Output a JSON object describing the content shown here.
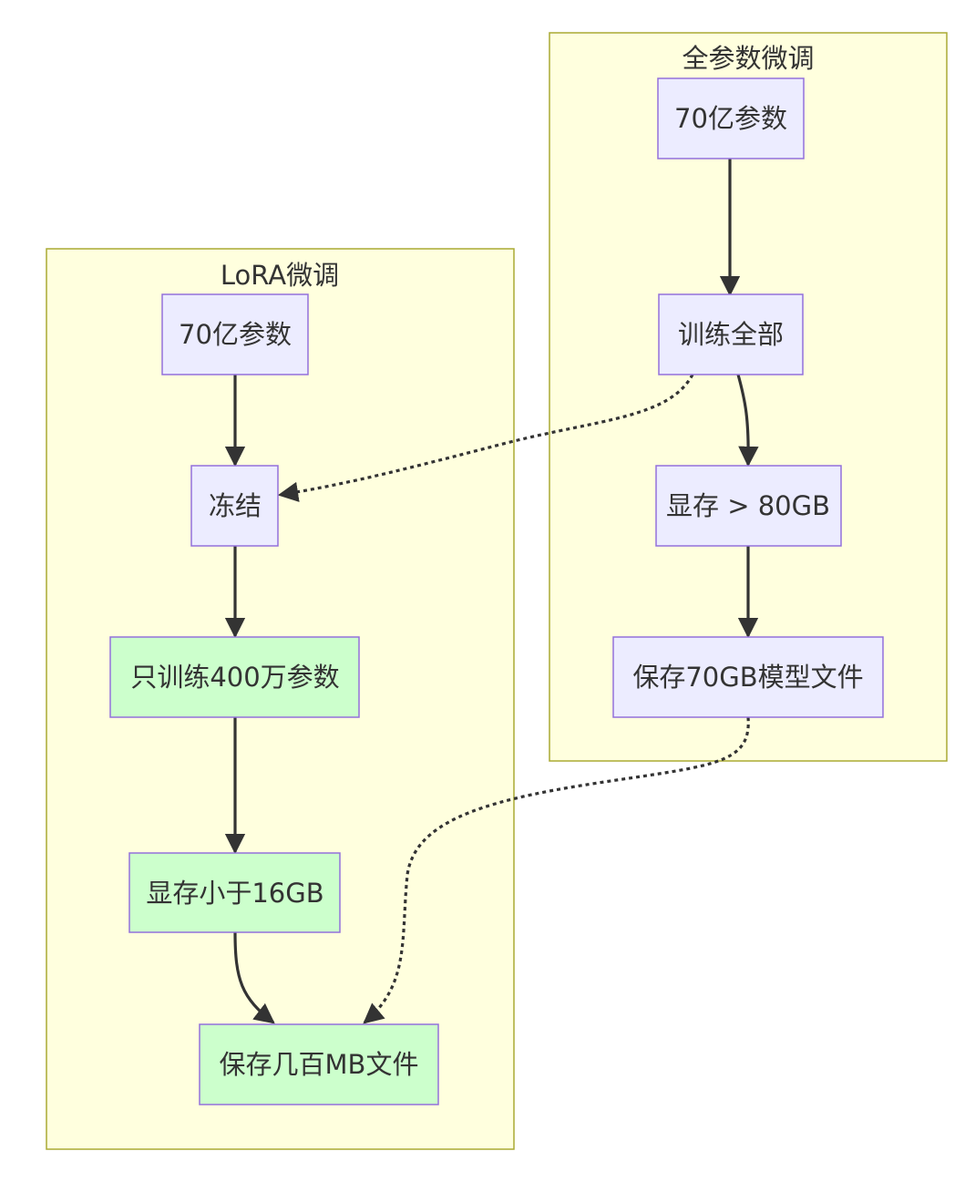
{
  "colors": {
    "cluster_fill": "#ffffde",
    "cluster_stroke": "#aaaa33",
    "node_fill": "#ececff",
    "node_fill_highlight": "#ccffcc",
    "node_stroke": "#9370db",
    "edge": "#333333",
    "text": "#333333"
  },
  "clusters": {
    "lora": {
      "title": "LoRA微调"
    },
    "full": {
      "title": "全参数微调"
    }
  },
  "nodes": {
    "lora_params": "70亿参数",
    "lora_freeze": "冻结",
    "lora_train": "只训练400万参数",
    "lora_vram": "显存小于16GB",
    "lora_save": "保存几百MB文件",
    "full_params": "70亿参数",
    "full_train": "训练全部",
    "full_vram": "显存 > 80GB",
    "full_save": "保存70GB模型文件"
  },
  "edges": [
    {
      "from": "lora_params",
      "to": "lora_freeze",
      "style": "solid"
    },
    {
      "from": "lora_freeze",
      "to": "lora_train",
      "style": "solid"
    },
    {
      "from": "lora_train",
      "to": "lora_vram",
      "style": "solid"
    },
    {
      "from": "lora_vram",
      "to": "lora_save",
      "style": "solid"
    },
    {
      "from": "full_params",
      "to": "full_train",
      "style": "solid"
    },
    {
      "from": "full_train",
      "to": "full_vram",
      "style": "solid"
    },
    {
      "from": "full_vram",
      "to": "full_save",
      "style": "solid"
    },
    {
      "from": "full_train",
      "to": "lora_freeze",
      "style": "dotted"
    },
    {
      "from": "full_save",
      "to": "lora_save",
      "style": "dotted"
    }
  ]
}
